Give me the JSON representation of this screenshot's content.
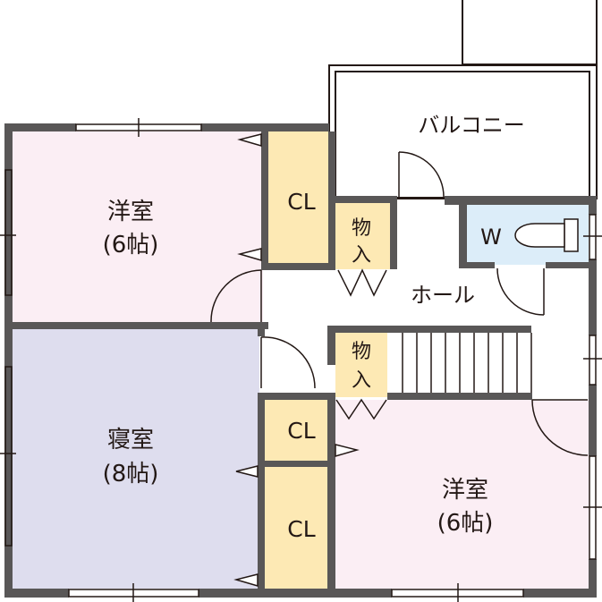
{
  "plan": {
    "colors": {
      "wall": "#595757",
      "western_room": "#fbeef4",
      "bedroom": "#deddee",
      "closet": "#fde9b4",
      "toilet": "#dcedf9",
      "line": "#231815"
    },
    "rooms": {
      "western_nw": {
        "name": "洋室",
        "size": "(6帖)"
      },
      "bedroom": {
        "name": "寝室",
        "size": "(8帖)"
      },
      "western_se": {
        "name": "洋室",
        "size": "(6帖)"
      },
      "closet_top": {
        "name": "CL"
      },
      "closet_mid": {
        "name": "CL"
      },
      "closet_bottom": {
        "name": "CL"
      },
      "storage_top": {
        "line1": "物",
        "line2": "入"
      },
      "storage_bottom": {
        "line1": "物",
        "line2": "入"
      },
      "toilet": {
        "name": "W"
      },
      "balcony": {
        "name": "バルコニー"
      },
      "hall": {
        "name": "ホール"
      }
    }
  }
}
